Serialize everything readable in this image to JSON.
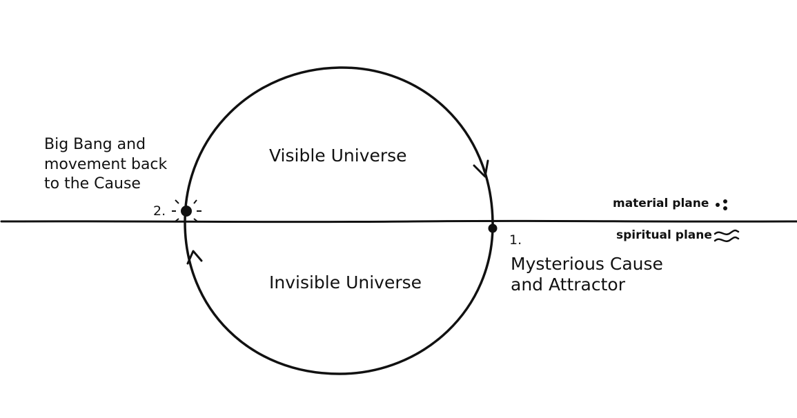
{
  "labels": {
    "upper_region": "Visible Universe",
    "lower_region": "Invisible Universe",
    "point_two_number": "2.",
    "point_two_caption": [
      "Big Bang and",
      "movement back",
      "to the Cause"
    ],
    "point_one_number": "1.",
    "point_one_caption": [
      "Mysterious Cause",
      "and Attractor"
    ],
    "material_plane": "material plane",
    "spiritual_plane": "spiritual plane"
  },
  "legend_symbols": {
    "material": "dots-symbol",
    "spiritual": "waves-symbol"
  },
  "colors": {
    "ink": "#111111",
    "background": "#ffffff"
  }
}
